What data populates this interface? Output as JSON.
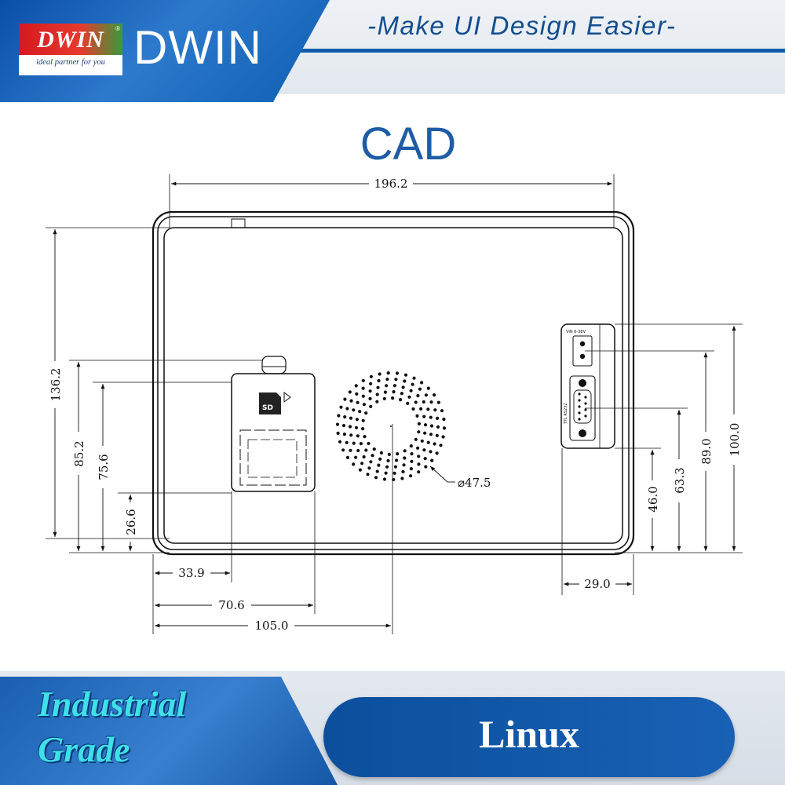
{
  "header": {
    "logo_word": "DWIN",
    "logo_registered": "®",
    "logo_tagline": "ideal partner for you",
    "brand": "DWIN",
    "slogan": "-Make UI Design Easier-"
  },
  "drawing": {
    "title": "CAD",
    "dimensions": {
      "overall_width": "196.2",
      "overall_height": "136.2",
      "sd_top": "85.2",
      "sd_card_top": "75.6",
      "sd_bottom": "26.6",
      "sd_left": "33.9",
      "sd_right": "70.6",
      "speaker_center_x": "105.0",
      "speaker_diameter": "⌀47.5",
      "connector_width": "29.0",
      "port_46": "46.0",
      "port_63": "63.3",
      "port_89": "89.0",
      "port_100": "100.0"
    },
    "labels": {
      "sd_icon": "SD",
      "power_label": "VIN 6-36V",
      "serial_label": "TTL RS232"
    }
  },
  "footer": {
    "grade_line1": "Industrial",
    "grade_line2": "Grade",
    "os": "Linux"
  },
  "colors": {
    "brand_blue": "#0d5fa8",
    "title_blue": "#1f5ca6",
    "grade_cyan": "#3fe0e8"
  }
}
